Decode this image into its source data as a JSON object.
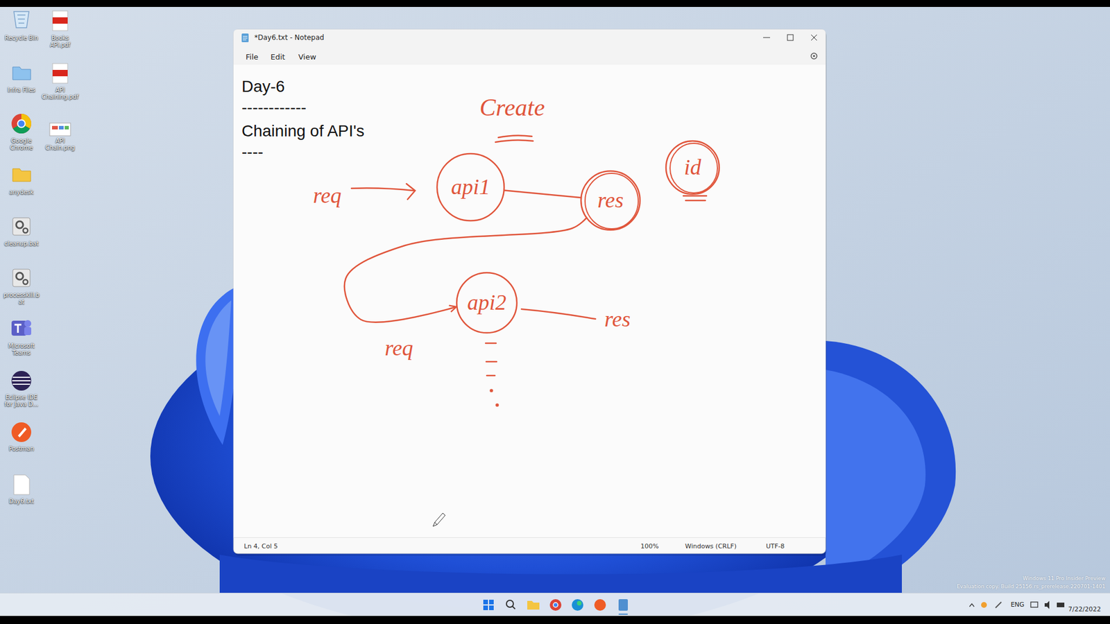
{
  "diagram": {
    "nodes": [
      {
        "text": [
          "api1"
        ]
      },
      {
        "text": [
          "res"
        ]
      },
      {
        "text": [
          "id"
        ]
      },
      {
        "text": [
          "api2"
        ]
      }
    ],
    "edges": [
      {
        "from": 0,
        "to": 1,
        "arrow": "none"
      },
      {
        "from": 1,
        "to": 3,
        "arrow": "to"
      }
    ],
    "labels": [
      "Recycle Bin",
      "Books API.pdf",
      "Infra Files",
      "API Chaining.pdf",
      "Google Chrome",
      "API Chain.png",
      "anydesk",
      "cleanup.bat",
      "processkill.bat",
      "Microsoft Teams",
      "Eclipse IDE for Java D...",
      "Postman",
      "Day6.txt",
      "*Day6.txt - Notepad",
      "File",
      "Edit",
      "View",
      "Day-6",
      "------------",
      "Chaining of API's",
      "----",
      "Create",
      "req",
      "req",
      "res",
      "Ln 4, Col 5",
      "100%",
      "Windows (CRLF)",
      "UTF-8",
      "ENG",
      "7/22/2022",
      "Windows 11 Pro Insider Preview",
      "Evaluation copy. Build 25156.rs_prerelease.220701-1401"
    ]
  }
}
